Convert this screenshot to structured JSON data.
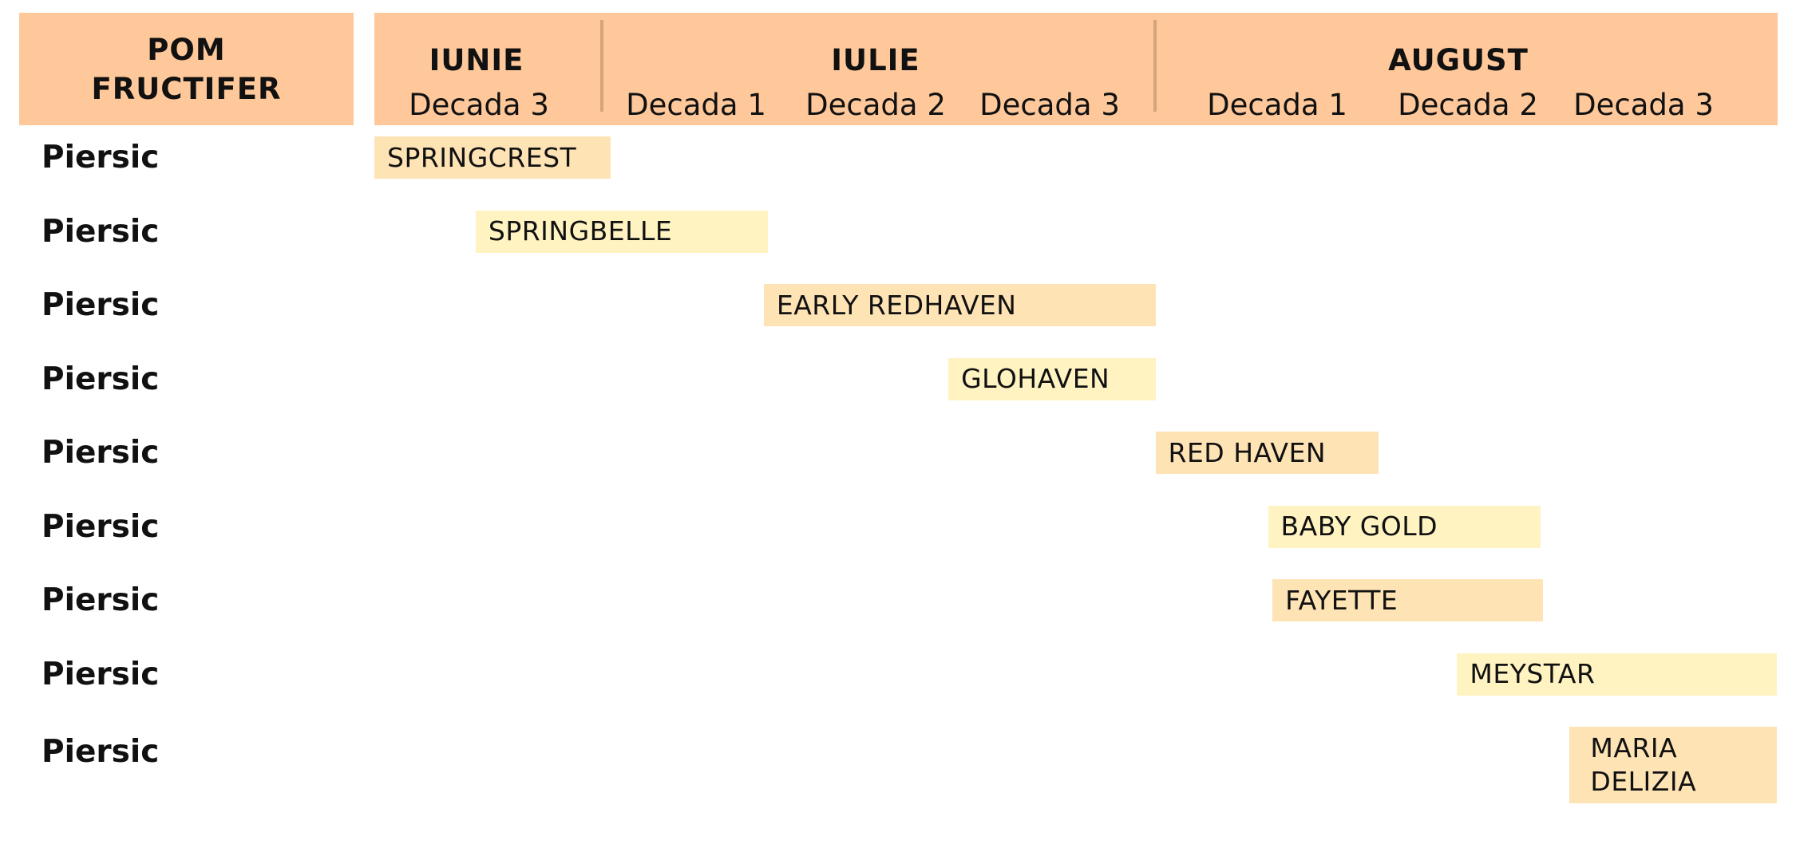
{
  "header": {
    "column_title_line1": "POM",
    "column_title_line2": "FRUCTIFER",
    "months": [
      "IUNIE",
      "IULIE",
      "AUGUST"
    ],
    "decades": [
      "Decada 3",
      "Decada 1",
      "Decada 2",
      "Decada 3",
      "Decada 1",
      "Decada 2",
      "Decada 3"
    ]
  },
  "colors": {
    "header_bg": "#fec89a",
    "bar_orange": "#fee3b5",
    "bar_yellow": "#fff3c2"
  },
  "chart_data": {
    "type": "gantt",
    "categories": [
      "Iunie Decada 3",
      "Iulie Decada 1",
      "Iulie Decada 2",
      "Iulie Decada 3",
      "August Decada 1",
      "August Decada 2",
      "August Decada 3"
    ],
    "rows": [
      {
        "label": "Piersic",
        "variety": "SPRINGCREST",
        "start": 0,
        "end": 1.05,
        "color": "#fee3b5"
      },
      {
        "label": "Piersic",
        "variety": "SPRINGBELLE",
        "start": 0.45,
        "end": 1.75,
        "color": "#fff3c2"
      },
      {
        "label": "Piersic",
        "variety": "EARLY REDHAVEN",
        "start": 1.73,
        "end": 3.47,
        "color": "#fee3b5"
      },
      {
        "label": "Piersic",
        "variety": "GLOHAVEN",
        "start": 2.55,
        "end": 3.47,
        "color": "#fff3c2"
      },
      {
        "label": "Piersic",
        "variety": "RED HAVEN",
        "start": 3.47,
        "end": 4.46,
        "color": "#fee3b5"
      },
      {
        "label": "Piersic",
        "variety": "BABY GOLD",
        "start": 3.97,
        "end": 5.18,
        "color": "#fff3c2"
      },
      {
        "label": "Piersic",
        "variety": "FAYETTE",
        "start": 3.99,
        "end": 5.19,
        "color": "#fee3b5"
      },
      {
        "label": "Piersic",
        "variety": "MEYSTAR",
        "start": 4.81,
        "end": 6.23,
        "color": "#fff3c2"
      },
      {
        "label": "Piersic",
        "variety": "MARIA DELIZIA",
        "start": 5.31,
        "end": 6.23,
        "color": "#fee3b5"
      }
    ]
  }
}
